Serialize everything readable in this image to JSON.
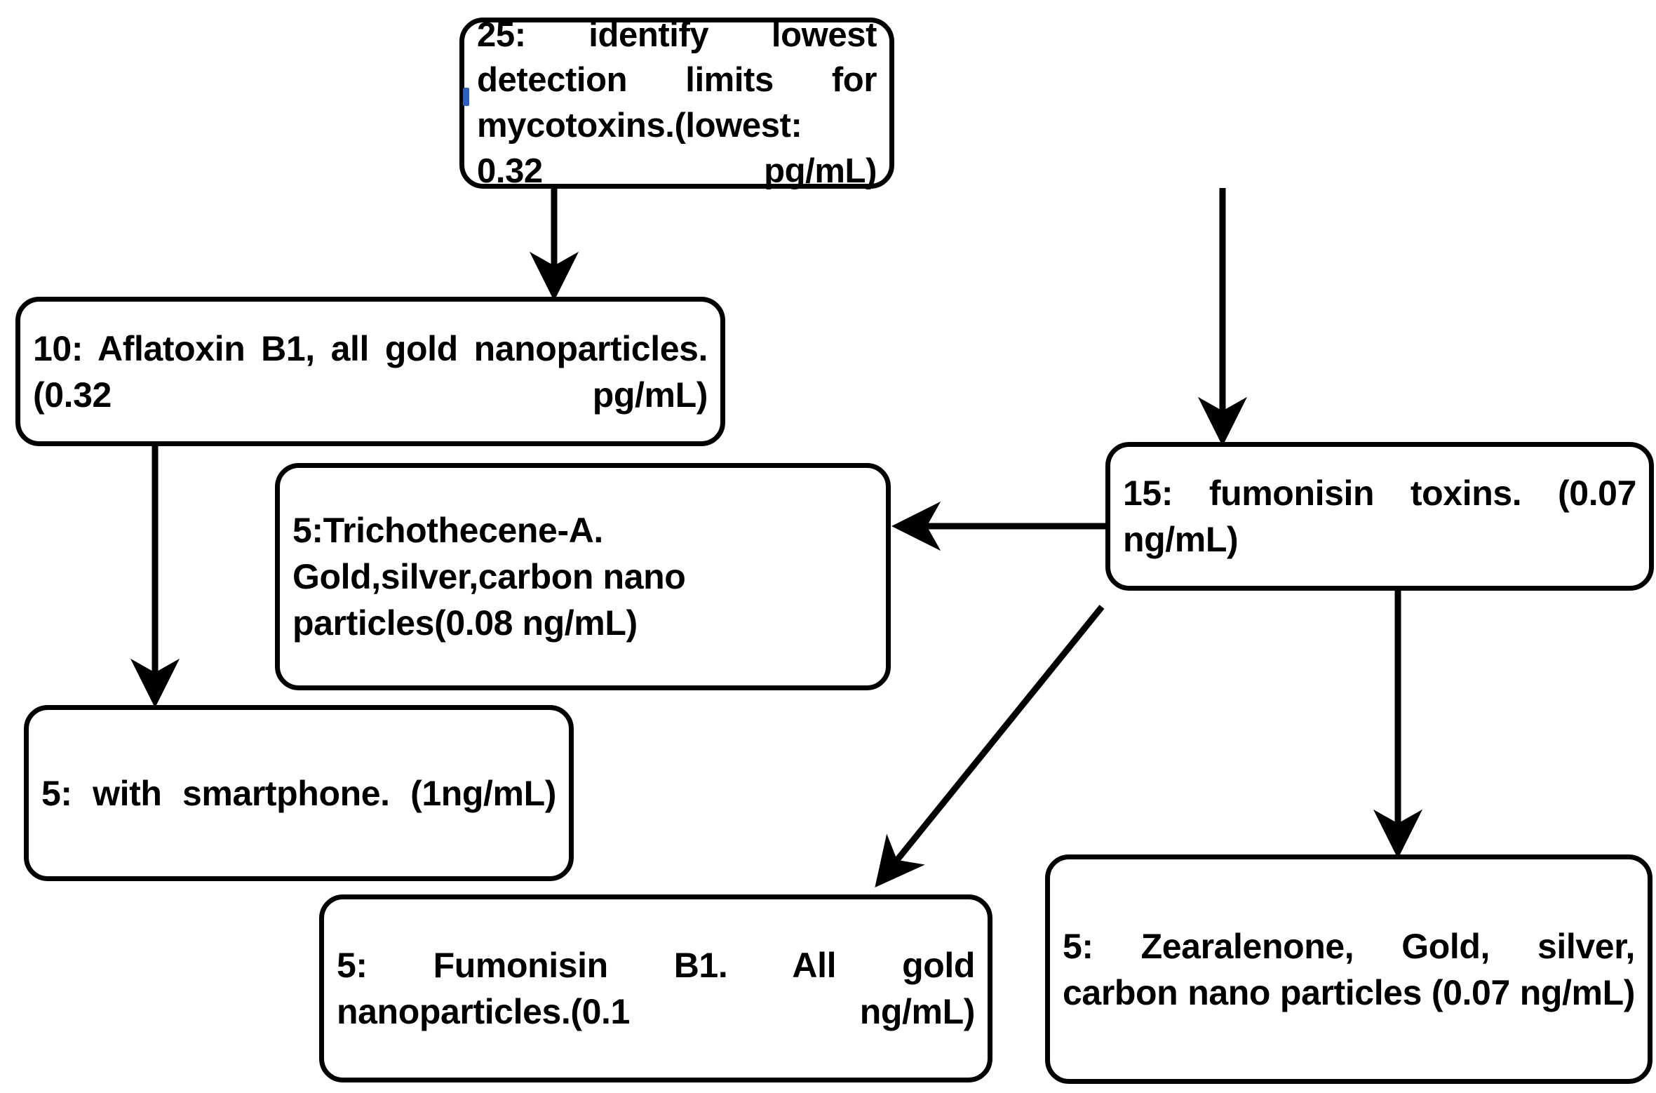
{
  "diagram": {
    "title": "Mycotoxin detection limits flow diagram",
    "background_color": "#ffffff",
    "line_color": "#000000",
    "text_color": "#000000",
    "accent_speck_color": "#2f5fbe",
    "nodes": [
      {
        "id": "root",
        "data_name": "node-detection-limits",
        "text": "25: identify lowest detection limits for mycotoxins.(lowest: 0.32 pg/mL)",
        "count": "25",
        "value": "0.32 pg/mL"
      },
      {
        "id": "aflatoxin",
        "data_name": "node-aflatoxin-b1",
        "text": "10: Aflatoxin B1, all gold nanoparticles. (0.32 pg/mL)",
        "count": "10",
        "value": "0.32 pg/mL"
      },
      {
        "id": "trichothecene",
        "data_name": "node-trichothecene-a",
        "text": "5:Trichothecene-A. Gold,silver,carbon nano particles(0.08 ng/mL)",
        "count": "5",
        "value": "0.08 ng/mL"
      },
      {
        "id": "fumonisin_toxins",
        "data_name": "node-fumonisin-toxins",
        "text": "15: fumonisin toxins. (0.07 ng/mL)",
        "count": "15",
        "value": "0.07 ng/mL"
      },
      {
        "id": "smartphone",
        "data_name": "node-smartphone",
        "text": "5: with smartphone. (1ng/mL)",
        "count": "5",
        "value": "1ng/mL"
      },
      {
        "id": "fumonisin_b1",
        "data_name": "node-fumonisin-b1",
        "text": "5: Fumonisin B1. All gold nanoparticles.(0.1 ng/mL)",
        "count": "5",
        "value": "0.1 ng/mL"
      },
      {
        "id": "zearalenone",
        "data_name": "node-zearalenone",
        "text": "5: Zearalenone, Gold, silver, carbon nano particles (0.07 ng/mL)",
        "count": "5",
        "value": "0.07 ng/mL"
      }
    ],
    "edges": [
      {
        "from": "root",
        "to": "aflatoxin",
        "style": "straight-down"
      },
      {
        "from": "root",
        "to": "fumonisin_toxins",
        "style": "straight-down"
      },
      {
        "from": "aflatoxin",
        "to": "smartphone",
        "style": "straight-down"
      },
      {
        "from": "fumonisin_toxins",
        "to": "trichothecene",
        "style": "straight-left"
      },
      {
        "from": "fumonisin_toxins",
        "to": "zearalenone",
        "style": "straight-down"
      },
      {
        "from": "fumonisin_toxins",
        "to": "fumonisin_b1",
        "style": "diagonal-down-left"
      }
    ]
  }
}
